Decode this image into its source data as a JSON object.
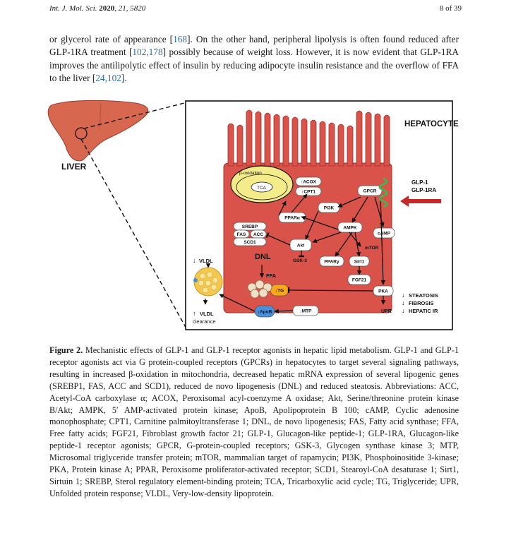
{
  "header": {
    "journal": "Int. J. Mol. Sci.",
    "year": "2020",
    "volume_issue": ", 21, 5820",
    "page": "8 of 39"
  },
  "paragraph": {
    "t1": "or glycerol rate of appearance [",
    "c1": "168",
    "t2": "]. On the other hand, peripheral lipolysis is often found reduced after GLP-1RA treatment [",
    "c2": "102,178",
    "t3": "] possibly because of weight loss. However, it is now evident that GLP-1RA improves the antilipolytic effect of insulin by reducing adipocyte insulin resistance and the overflow of FFA to the liver [",
    "c3": "24,102",
    "t4": "]."
  },
  "figure": {
    "liver_label": "LIVER",
    "hepatocyte_label": "HEPATOCYTE",
    "beta_oxidation": "β-oxidation",
    "tca": "TCA",
    "acox": "ACOX",
    "cpt1": "CPT1",
    "ppara": "PPARα",
    "pi3k": "PI3K",
    "gpcr": "GPCR",
    "glp1": "GLP-1",
    "glp1ra": "GLP-1RA",
    "srebp": "SREBP",
    "fas": "FAS",
    "acc": "ACC",
    "scd1": "SCD1",
    "akt": "Akt",
    "ampk": "AMPK",
    "camp": "cAMP",
    "mtor": "mTOR",
    "gsk3": "GSK-3",
    "pparg": "PPARγ",
    "sirt1": "Sirt1",
    "fgf21": "FGF21",
    "dnl": "DNL",
    "ffa": "FFA",
    "tg": "TG",
    "pka": "PKA",
    "upr": "UPR",
    "vldl": "VLDL",
    "vldl_clearance_1": "VLDL",
    "vldl_clearance_2": "clearance",
    "apob": "ApoB",
    "mtp": "MTP",
    "steatosis": "STEATOSIS",
    "fibrosis": "FIBROSIS",
    "hepatic_ir": "HEPATIC IR"
  },
  "caption": {
    "label": "Figure 2.",
    "text": " Mechanistic effects of GLP-1 and GLP-1 receptor agonists in hepatic lipid metabolism. GLP-1 and GLP-1 receptor agonists act via G protein-coupled receptors (GPCRs) in hepatocytes to target several signaling pathways, resulting in increased β-oxidation in mitochondria, decreased hepatic mRNA expression of several lipogenic genes (SREBP1, FAS, ACC and SCD1), reduced de novo lipogenesis (DNL) and reduced steatosis. Abbreviations: ACC, Acetyl-CoA carboxylase α; ACOX, Peroxisomal acyl-coenzyme A oxidase; Akt, Serine/threonine protein kinase B/Akt; AMPK, 5′ AMP-activated protein kinase; ApoB, Apolipoprotein B 100; cAMP, Cyclic adenosine monophosphate; CPT1, Carnitine palmitoyltransferase 1; DNL, de novo lipogenesis; FAS, Fatty acid synthase; FFA, Free fatty acids; FGF21, Fibroblast growth factor 21; GLP-1, Glucagon-like peptide-1; GLP-1RA, Glucagon-like peptide-1 receptor agonists; GPCR, G-protein-coupled receptors; GSK-3, Glycogen synthase kinase 3; MTP, Microsomal triglyceride transfer protein; mTOR, mammalian target of rapamycin; PI3K, Phosphoinositide 3-kinase; PKA, Protein kinase A; PPAR, Peroxisome proliferator-activated receptor; SCD1, Stearoyl-CoA desaturase 1; Sirt1, Sirtuin 1; SREBP, Sterol regulatory element-binding protein; TCA, Tricarboxylic acid cycle; TG, Triglyceride; UPR, Unfolded protein response; VLDL, Very-low-density lipoprotein."
  },
  "colors": {
    "cell_fill": "#d9534a",
    "cell_dark": "#b83a33",
    "liver_fill": "#d7674f",
    "mito_fill": "#f4ec8a",
    "tg_fill": "#f7a81b",
    "apob_fill": "#4a90d9",
    "glp1_green": "#4caf50",
    "arrow_red": "#c62828",
    "citation_blue": "#2a6db5"
  }
}
